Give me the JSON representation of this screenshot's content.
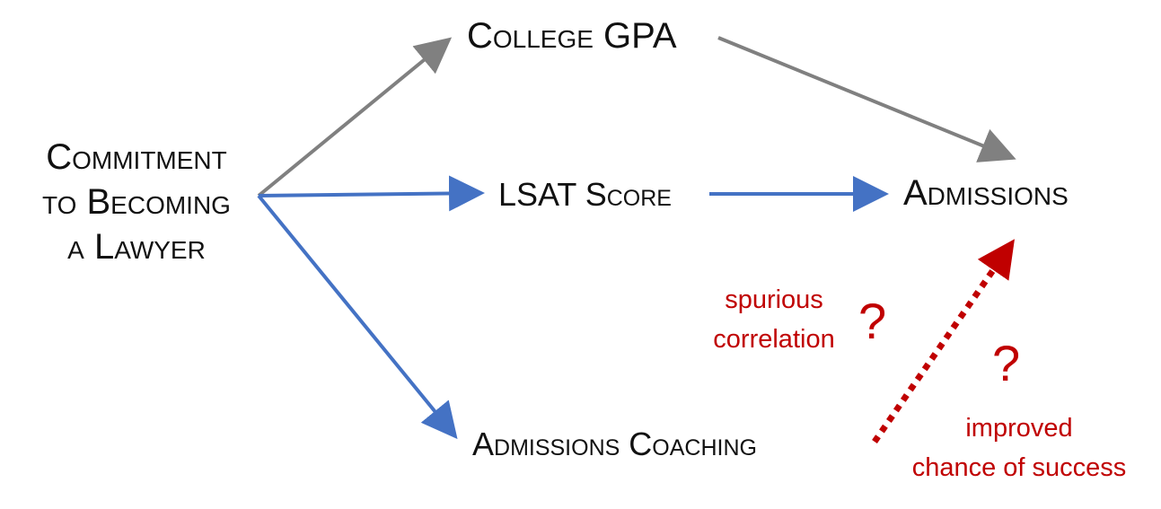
{
  "nodes": {
    "commitment": {
      "lines": [
        "Commitment",
        "to Becoming",
        "a Lawyer"
      ]
    },
    "college_gpa": {
      "label": "College GPA"
    },
    "lsat_score": {
      "label": "LSAT Score"
    },
    "admissions": {
      "label": "Admissions"
    },
    "admissions_coaching": {
      "label": "Admissions Coaching"
    }
  },
  "annotations": {
    "spurious": {
      "lines": [
        "spurious",
        "correlation"
      ],
      "mark": "?"
    },
    "improved": {
      "lines": [
        "improved",
        "chance of success"
      ],
      "mark": "?"
    }
  },
  "colors": {
    "gray_edge": "#808080",
    "blue_edge": "#4472c4",
    "red_edge": "#c00000",
    "node_text": "#111111",
    "annotation_text": "#c00000"
  }
}
